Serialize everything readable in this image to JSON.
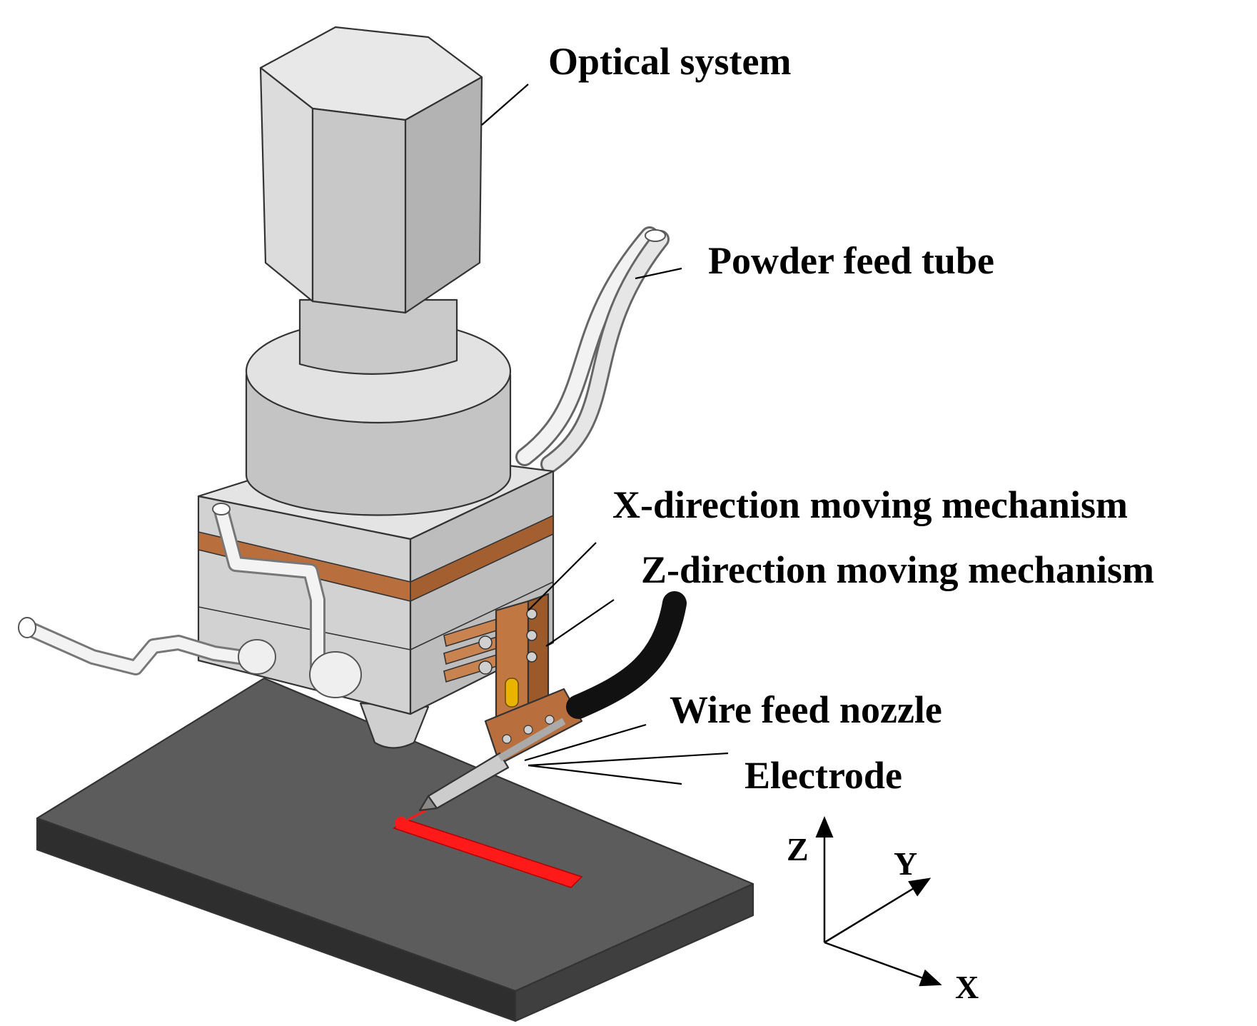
{
  "labels": {
    "optical_system": "Optical system",
    "powder_feed_tube": "Powder feed tube",
    "x_mechanism": "X-direction moving mechanism",
    "z_mechanism": "Z-direction moving mechanism",
    "wire_feed_nozzle": "Wire feed nozzle",
    "electrode": "Electrode"
  },
  "axes": {
    "z": "Z",
    "y": "Y",
    "x": "X"
  },
  "colors": {
    "substrate": "#5a5a5a",
    "metal_light": "#d9d9d9",
    "metal_mid": "#bdbdbd",
    "copper": "#b86f3d",
    "deposit_track": "#ff1a1a",
    "cable": "#111111"
  }
}
